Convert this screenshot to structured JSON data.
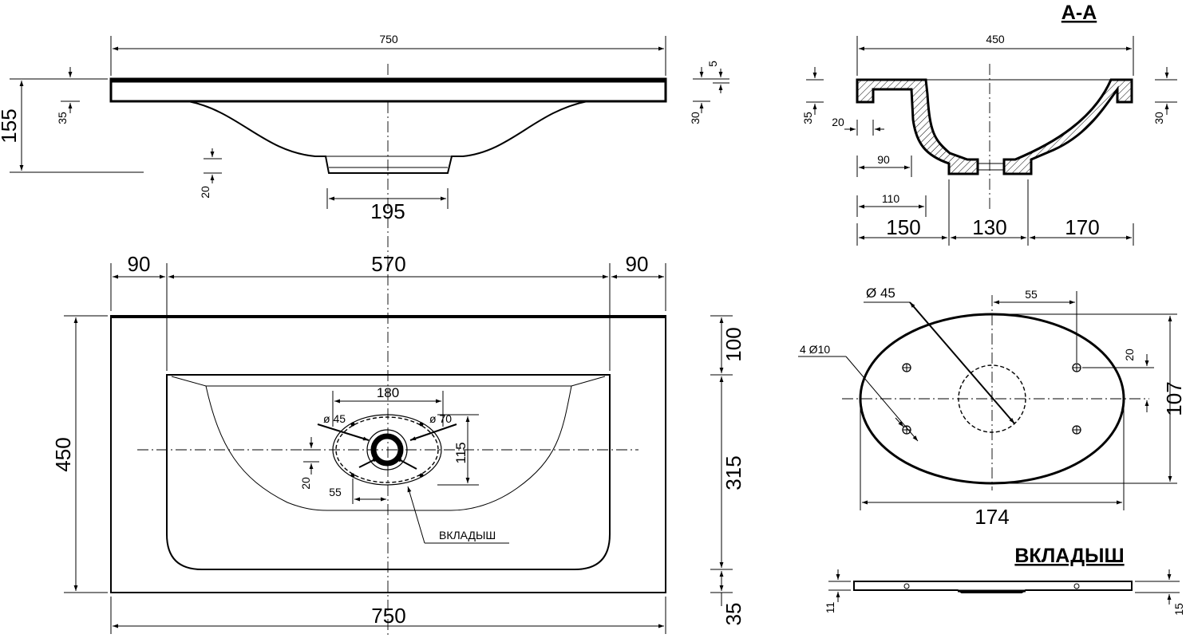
{
  "labels": {
    "section_title": "А-А",
    "insert_title": "ВКЛАДЫШ",
    "insert_callout": "ВКЛАДЫШ"
  },
  "side_view": {
    "width": "750",
    "height_total": "155",
    "top_thickness": "35",
    "edge_thickness": "30",
    "lip": "5",
    "drain_depth": "20",
    "drain_width": "195"
  },
  "top_view": {
    "left_margin": "90",
    "bowl_width": "570",
    "right_margin": "90",
    "depth": "450",
    "front_margin": "100",
    "bowl_depth": "315",
    "back_margin": "35",
    "width": "750",
    "insert_span": "180",
    "insert_height": "115",
    "hole_dia": "ø 45",
    "outer_dia": "ø 70",
    "offset_v": "20",
    "offset_h": "55"
  },
  "section_view": {
    "width": "450",
    "top_thickness": "35",
    "edge_thickness": "30",
    "lip": "20",
    "dim_90": "90",
    "dim_110": "110",
    "seg_1": "150",
    "seg_2": "130",
    "seg_3": "170"
  },
  "insert_view": {
    "hole_dia": "Ø 45",
    "holes": "4 Ø10",
    "hole_offset": "55",
    "hole_v": "20",
    "height": "107",
    "width": "174",
    "thickness_left": "11",
    "thickness_right": "15"
  }
}
